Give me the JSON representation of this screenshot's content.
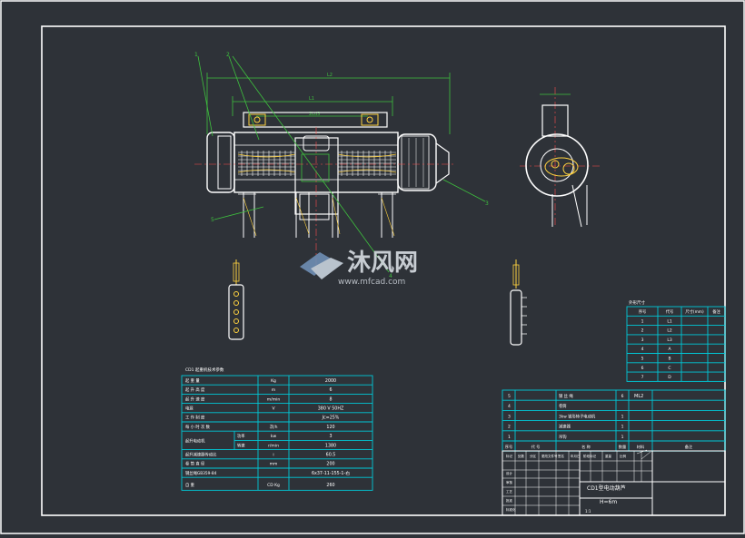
{
  "watermark": {
    "brand_cn": "沐风网",
    "site": "www.mfcad.com"
  },
  "callouts": [
    "1",
    "2",
    "3",
    "4",
    "5"
  ],
  "front_view": {
    "dim_total": "L1",
    "dim_inner": "L2",
    "dim_small": "2Ld3"
  },
  "spec_table": {
    "title": "CD1 起重机技术参数",
    "rows": [
      {
        "label": "起 重 量",
        "unit": "Kg",
        "value": "2000"
      },
      {
        "label": "起 升 高 度",
        "unit": "m",
        "value": "6"
      },
      {
        "label": "起 升 速 度",
        "unit": "m/min",
        "value": "8"
      },
      {
        "label": "电源",
        "unit": "V",
        "value": "380 V    50HZ"
      },
      {
        "label": "工 作 制 度",
        "unit": "",
        "value": "Jc=25%"
      },
      {
        "label": "每 小 时 次 数",
        "unit": "次/h",
        "value": "120"
      },
      {
        "label": "起升电动机",
        "sub": "功率",
        "unit": "kw",
        "value": "3"
      },
      {
        "label": "",
        "sub": "转速",
        "unit": "r/min",
        "value": "1380"
      },
      {
        "label": "起升减速器传动比",
        "unit": "i",
        "value": "60.5"
      },
      {
        "label": "卷 筒 直 径",
        "unit": "mm",
        "value": "200"
      },
      {
        "label": "钢丝绳GB359-84",
        "unit": "",
        "value": "6x37-11-155-1-右"
      },
      {
        "label": "自 重",
        "unit": "CD   Kg",
        "value": "260"
      }
    ]
  },
  "dim_table": {
    "title": "外形尺寸",
    "headers": [
      "序号",
      "代号",
      "尺寸(mm)",
      "备注"
    ],
    "rows": [
      [
        "1",
        "L1",
        "",
        ""
      ],
      [
        "2",
        "L2",
        "",
        ""
      ],
      [
        "3",
        "L3",
        "",
        ""
      ],
      [
        "4",
        "A",
        "",
        ""
      ],
      [
        "5",
        "B",
        "",
        ""
      ],
      [
        "6",
        "C",
        "",
        ""
      ],
      [
        "7",
        "D",
        "",
        ""
      ]
    ]
  },
  "parts_list": {
    "rows": [
      {
        "no": "5",
        "name": "钢  丝 绳",
        "qty": "6",
        "note": "ML2"
      },
      {
        "no": "4",
        "name": "卷筒",
        "qty": "",
        "note": ""
      },
      {
        "no": "3",
        "name": "3kw 锥形转子电动机",
        "qty": "1",
        "note": ""
      },
      {
        "no": "2",
        "name": "减速器",
        "qty": "1",
        "note": ""
      },
      {
        "no": "1",
        "name": "吊钩",
        "qty": "1",
        "note": ""
      }
    ],
    "header": [
      "序号",
      "代  号",
      "名  称",
      "数量",
      "材料",
      "备注"
    ]
  },
  "title_block": {
    "drawing_name": "CD1型电动葫芦",
    "spec": "H=6m",
    "labels": [
      "标记",
      "处数",
      "分区",
      "更改文件号",
      "签名",
      "年月日",
      "设计",
      "标准化",
      "阶段标记",
      "重量",
      "比例",
      "审核",
      "工艺",
      "批准"
    ],
    "stage": "1:1"
  }
}
